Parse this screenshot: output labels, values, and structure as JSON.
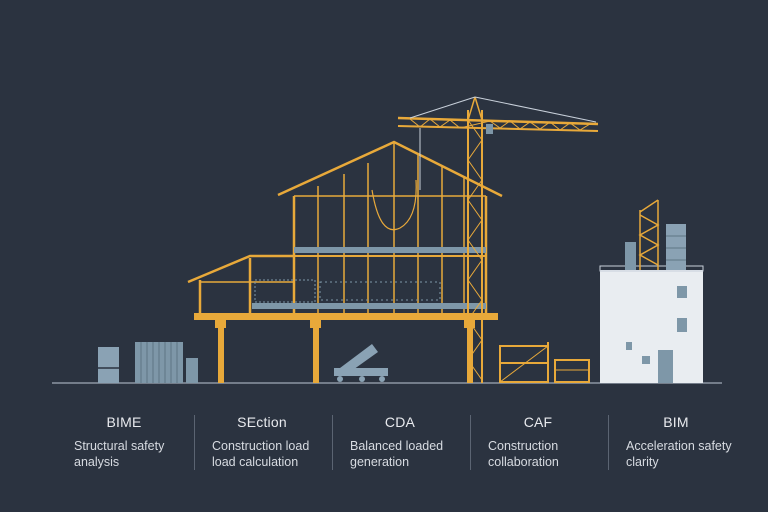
{
  "colors": {
    "background": "#2b3340",
    "frame": "#e8a93a",
    "steel_blue": "#7e97a8",
    "building_white": "#e9edf1",
    "ground_line": "#8d96a3"
  },
  "categories": [
    {
      "title": "BIME",
      "desc_line1": "Structural safety",
      "desc_line2": "analysis"
    },
    {
      "title": "SEction",
      "desc_line1": "Construction load",
      "desc_line2": "load calculation"
    },
    {
      "title": "CDA",
      "desc_line1": "Balanced loaded",
      "desc_line2": "generation"
    },
    {
      "title": "CAF",
      "desc_line1": "Construction",
      "desc_line2": "collaboration"
    },
    {
      "title": "BIM",
      "desc_line1": "Acceleration safety",
      "desc_line2": "clarity"
    }
  ]
}
